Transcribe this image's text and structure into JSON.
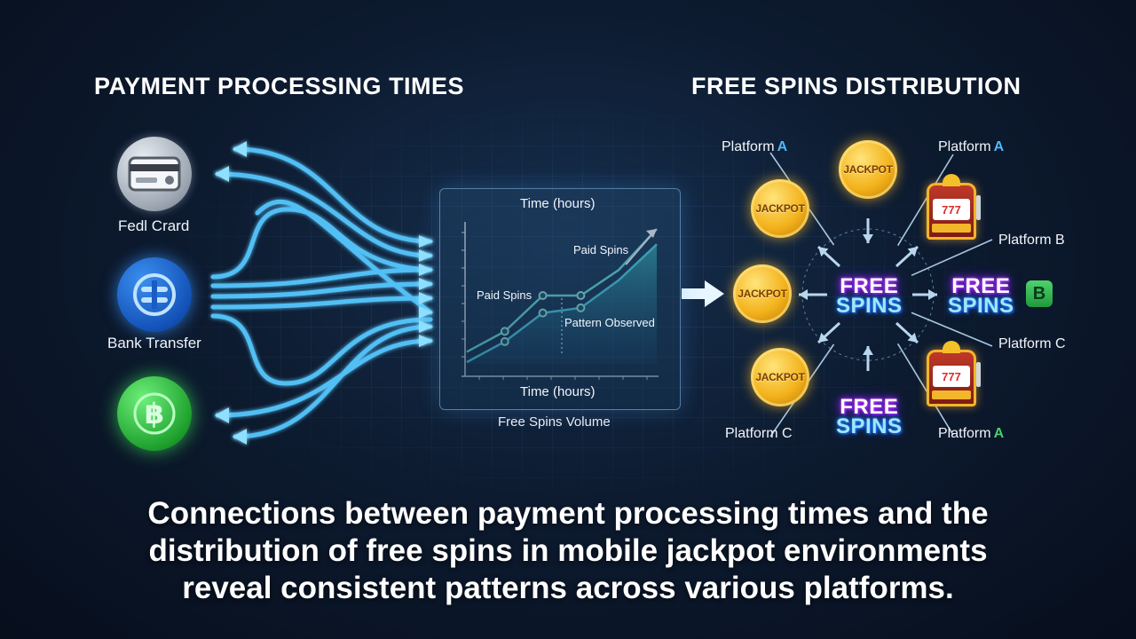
{
  "titles": {
    "left": "PAYMENT PROCESSING TIMES",
    "right": "FREE SPINS DISTRIBUTION"
  },
  "payment_methods": [
    {
      "label": "Fedl Crard",
      "icon": "credit-card-icon"
    },
    {
      "label": "Bank Transfer",
      "icon": "bank-transfer-icon"
    },
    {
      "label": "",
      "icon": "bitcoin-icon"
    }
  ],
  "chart": {
    "title": "Time (hours)",
    "xlabel": "Time (hours)",
    "annotation_paid_low": "Paid Spins",
    "annotation_paid_high": "Paid Spins",
    "annotation_pattern": "Pattern Observed",
    "caption": "Free Spins Volume"
  },
  "chart_data": {
    "type": "line",
    "title": "Time (hours)",
    "xlabel": "Time (hours)",
    "ylabel": "",
    "series": [
      {
        "x": [
          0,
          1,
          2,
          3,
          4,
          5
        ],
        "values": [
          1.0,
          3.0,
          6.5,
          6.5,
          9.0,
          13.0
        ]
      },
      {
        "x": [
          0,
          1,
          2,
          3,
          4,
          5
        ],
        "values": [
          0.0,
          2.0,
          4.8,
          5.3,
          8.0,
          11.5
        ]
      }
    ],
    "annotations": [
      "Paid Spins",
      "Paid Spins",
      "Pattern Observed"
    ],
    "area_fill": true
  },
  "distribution": {
    "jackpot_label": "JACKPOT",
    "free_spins_line1": "FREE",
    "free_spins_line2": "SPINS",
    "slot_symbols": "777",
    "platforms": [
      {
        "label": "Platform",
        "mark": "A"
      },
      {
        "label": "Platform",
        "mark": "A"
      },
      {
        "label": "Platform B",
        "mark": ""
      },
      {
        "label": "Platform C",
        "mark": ""
      },
      {
        "label": "Platform C",
        "mark": ""
      },
      {
        "label": "Platform",
        "mark": "A"
      }
    ],
    "badge": "B"
  },
  "caption": {
    "line1": "Connections between payment processing times and the",
    "line2": "distribution of free spins in mobile jackpot environments",
    "line3": "reveal consistent patterns across various platforms."
  },
  "colors": {
    "background": "#0d1b30",
    "flow": "#4cc4ff",
    "chart_line": "#63e6d6",
    "coin": "#f3b21b",
    "free_spins": "#c43cff"
  }
}
